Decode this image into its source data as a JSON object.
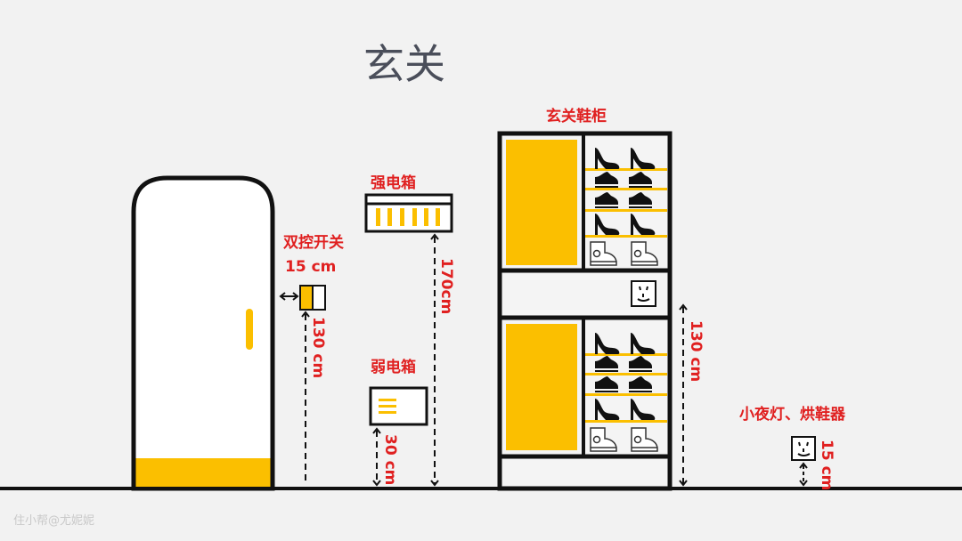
{
  "title": "玄关",
  "watermark": "住小帮@尤妮妮",
  "colors": {
    "accent": "#fbbf00",
    "label": "#e02020",
    "line": "#111111",
    "background": "#f2f2f2"
  },
  "labels": {
    "shoe_cabinet": "玄关鞋柜",
    "strong_box": "强电箱",
    "weak_box": "弱电箱",
    "dual_switch": "双控开关",
    "switch_offset": "15 cm",
    "switch_height": "130 cm",
    "strong_box_height": "170cm",
    "weak_box_height": "30 cm",
    "cabinet_outlet_height": "130 cm",
    "night_light": "小夜灯、烘鞋器",
    "night_light_height": "15 cm"
  }
}
